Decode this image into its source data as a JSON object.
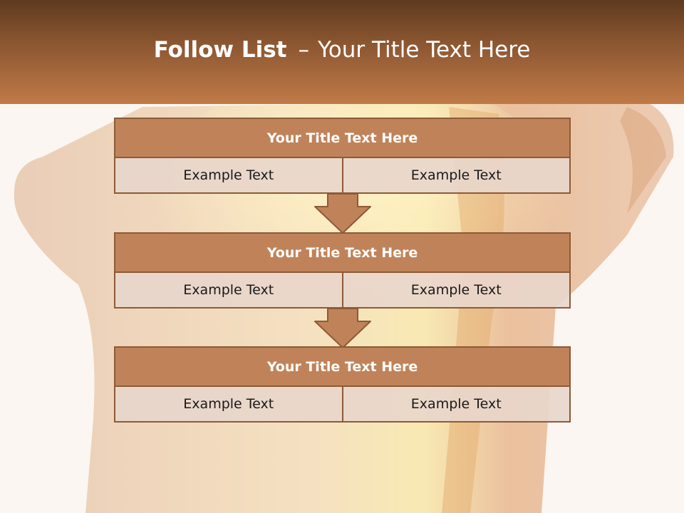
{
  "slide": {
    "title_bold": "Follow List",
    "title_sep": "–",
    "title_rest": "Your Title Text Here"
  },
  "steps": [
    {
      "title": "Your Title Text Here",
      "left": "Example Text",
      "right": "Example Text"
    },
    {
      "title": "Your Title Text Here",
      "left": "Example Text",
      "right": "Example Text"
    },
    {
      "title": "Your Title Text Here",
      "left": "Example Text",
      "right": "Example Text"
    }
  ],
  "colors": {
    "header_dark": "#5e3a1f",
    "header_light": "#c07a48",
    "box_title": "#c08359",
    "box_border": "#8d5a37",
    "cell_fill": "#e8d6cb"
  }
}
